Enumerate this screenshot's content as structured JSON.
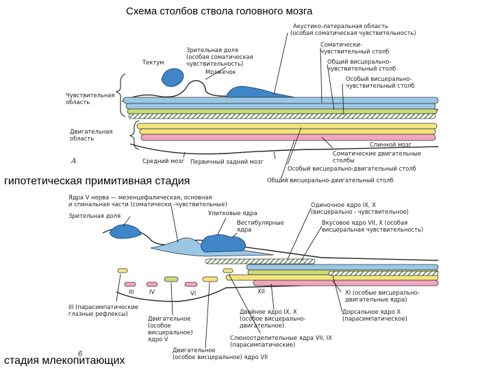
{
  "title": "Схема столбов ствола головного мозга",
  "captions": {
    "top": "гипотетическая примитивная стадия",
    "bottom": "стадия млекопитающих"
  },
  "panel_letters": {
    "a": "А",
    "b": "б"
  },
  "colors": {
    "blue_column": "#9bc7e6",
    "green_column": "#c8dc78",
    "yellow_column": "#f3e57e",
    "pink_column": "#f2a6bf",
    "hatch": "#2f6a2f",
    "tectum": "#3f86c6",
    "line": "#222222"
  },
  "top_labels": {
    "acoustic_lateral": "Акустико-латеральная область",
    "acoustic_lateral_sub": "(особая соматическая чувствительность)",
    "somatic_sensory_1": "Соматически-",
    "somatic_sensory_2": "чувствительный столб",
    "general_visceral_1": "Общий висцерально-",
    "general_visceral_2": "чувствительный столб",
    "special_visceral_1": "Особый висцерально-",
    "special_visceral_2": "чувствительный столб",
    "optic_1": "Зрительная доля",
    "optic_2": "(особая соматическая",
    "optic_3": "чувствительность)",
    "tectum": "Тектум",
    "cerebellum": "Мозжечок",
    "sensory_area_1": "Чувствительная",
    "sensory_area_2": "область",
    "motor_area_1": "Двигательная",
    "motor_area_2": "область",
    "spinal_cord": "Спинной мозг",
    "somatic_motor_1": "Соматические двигательные",
    "somatic_motor_2": "столбы",
    "special_visceral_motor": "Особый висцерально-двигательный столб",
    "general_visceral_motor": "Общий висцерально-двигательный столб",
    "midbrain": "Средний мозг",
    "primary_hindbrain": "Первичный задний мозг"
  },
  "bottom_labels": {
    "trigeminal_1": "Ядра V нерва — мезенцефалическая, основная",
    "trigeminal_2": "и спинальная части (соматически -чувствительные)",
    "optic_lobe": "Зрительная доля",
    "cochlear": "Улитковые ядра",
    "vestibular_1": "Вестибулярные",
    "vestibular_2": "ядра",
    "solitary_1": "Одиночное ядро IX, X",
    "solitary_2": "(висцерально - чувствительное)",
    "gustatory_1": "Вкусовое ядро VII, X (особая",
    "gustatory_2": "висцеральная чувствительность)",
    "n3": "III",
    "n4": "IV",
    "n6": "VI",
    "n12": "XII",
    "n11_1": "XI (особые висцерально-",
    "n11_2": "двигательные ядра)",
    "dorsal_x_1": "Дорсальное ядро X",
    "dorsal_x_2": "(парасимпатическое)",
    "n3_para_1": "III (парасимпатические",
    "n3_para_2": "глазные рефлексы)",
    "motor_v_1": "Двигательное",
    "motor_v_2": "(особое",
    "motor_v_3": "висцеральное)",
    "motor_v_4": "ядро V",
    "ambiguus_1": "Двойное ядро IX, X",
    "ambiguus_2": "(особое висцерально-",
    "ambiguus_3": "двигательное)",
    "salivary_1": "Слюноотделительные ядра VII, IX",
    "salivary_2": "(парасимпатические)",
    "motor_vii_1": "Двигательное",
    "motor_vii_2": "(особое висцеральное) ядро VII"
  }
}
